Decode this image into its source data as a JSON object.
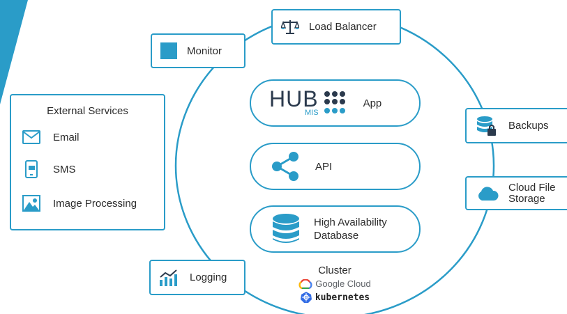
{
  "colors": {
    "accent": "#2a9cc8",
    "stroke": "#2a9cc8",
    "dark": "#2b3a4d"
  },
  "components": {
    "load_balancer": {
      "label": "Load Balancer",
      "icon": "scale-icon"
    },
    "monitor": {
      "label": "Monitor",
      "icon": "square-icon"
    },
    "backups": {
      "label": "Backups",
      "icon": "database-lock-icon"
    },
    "cloud_storage": {
      "label_line1": "Cloud File",
      "label_line2": "Storage",
      "icon": "cloud-icon"
    },
    "logging": {
      "label": "Logging",
      "icon": "analytics-icon"
    }
  },
  "external_services": {
    "title": "External Services",
    "items": [
      {
        "label": "Email",
        "icon": "envelope-icon"
      },
      {
        "label": "SMS",
        "icon": "phone-icon"
      },
      {
        "label": "Image Processing",
        "icon": "image-icon"
      }
    ]
  },
  "cluster": {
    "title": "Cluster",
    "providers": [
      "Google Cloud",
      "kubernetes"
    ],
    "app": {
      "logo_main": "HUB",
      "logo_sub": "MIS",
      "label": "App"
    },
    "api": {
      "label": "API",
      "icon": "share-icon"
    },
    "database": {
      "label_line1": "High Availability",
      "label_line2": "Database",
      "icon": "database-icon"
    }
  }
}
